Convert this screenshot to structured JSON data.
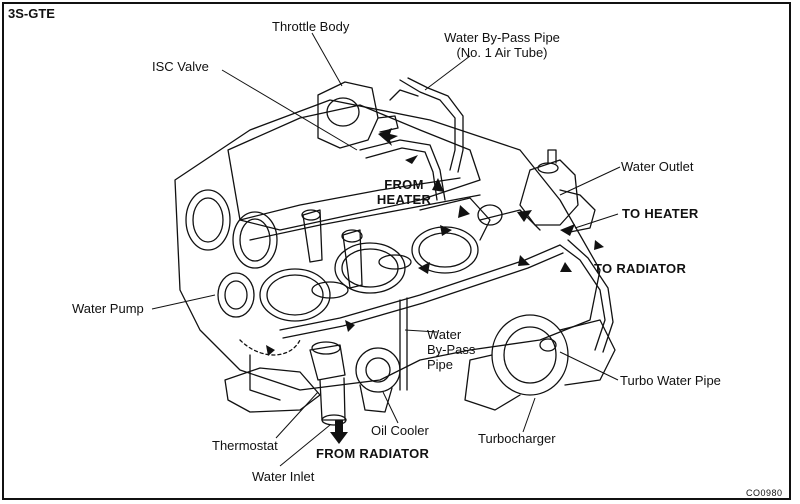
{
  "engine_code": "3S-GTE",
  "figure_code": "CO0980",
  "labels": {
    "throttle_body": "Throttle Body",
    "bypass_pipe_line1": "Water By-Pass Pipe",
    "bypass_pipe_line2": "(No. 1 Air Tube)",
    "isc_valve": "ISC Valve",
    "water_outlet": "Water Outlet",
    "from_heater_line1": "FROM",
    "from_heater_line2": "HEATER",
    "to_heater": "TO HEATER",
    "to_radiator": "TO RADIATOR",
    "water_pump": "Water Pump",
    "water_bypass_line1": "Water",
    "water_bypass_line2": "By-Pass",
    "water_bypass_line3": "Pipe",
    "turbo_water_pipe": "Turbo Water Pipe",
    "turbocharger": "Turbocharger",
    "thermostat": "Thermostat",
    "oil_cooler": "Oil Cooler",
    "water_inlet": "Water Inlet",
    "from_radiator": "FROM RADIATOR"
  }
}
